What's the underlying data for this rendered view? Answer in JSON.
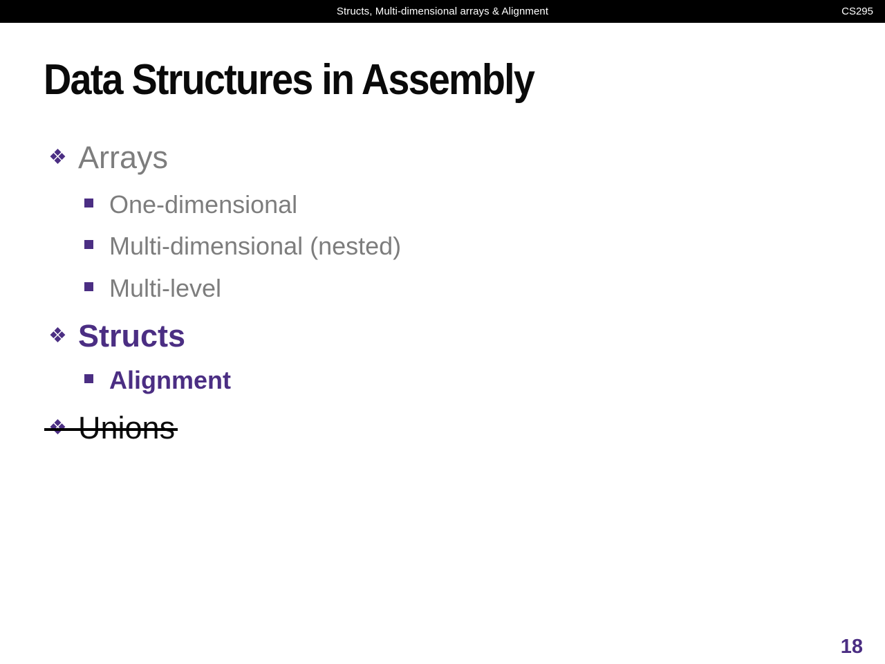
{
  "header": {
    "title": "Structs, Multi-dimensional arrays & Alignment",
    "course": "CS295"
  },
  "slide": {
    "title": "Data Structures in Assembly",
    "page_number": "18"
  },
  "icons": {
    "diamond_bullet": "❖"
  },
  "colors": {
    "accent_purple": "#4B2E83",
    "muted_gray": "#7d7d7d",
    "header_bg": "#000000"
  },
  "bullets": [
    {
      "level": 1,
      "text": "Arrays",
      "style": "gray",
      "bullet": "diamond"
    },
    {
      "level": 2,
      "text": "One-dimensional",
      "style": "gray",
      "bullet": "square"
    },
    {
      "level": 2,
      "text": "Multi-dimensional (nested)",
      "style": "gray",
      "bullet": "square"
    },
    {
      "level": 2,
      "text": "Multi-level",
      "style": "gray",
      "bullet": "square"
    },
    {
      "level": 1,
      "text": "Structs",
      "style": "purple-bold",
      "bullet": "diamond"
    },
    {
      "level": 2,
      "text": "Alignment",
      "style": "purple-bold",
      "bullet": "square"
    },
    {
      "level": 1,
      "text": "Unions",
      "style": "strikethrough",
      "bullet": "diamond"
    }
  ]
}
